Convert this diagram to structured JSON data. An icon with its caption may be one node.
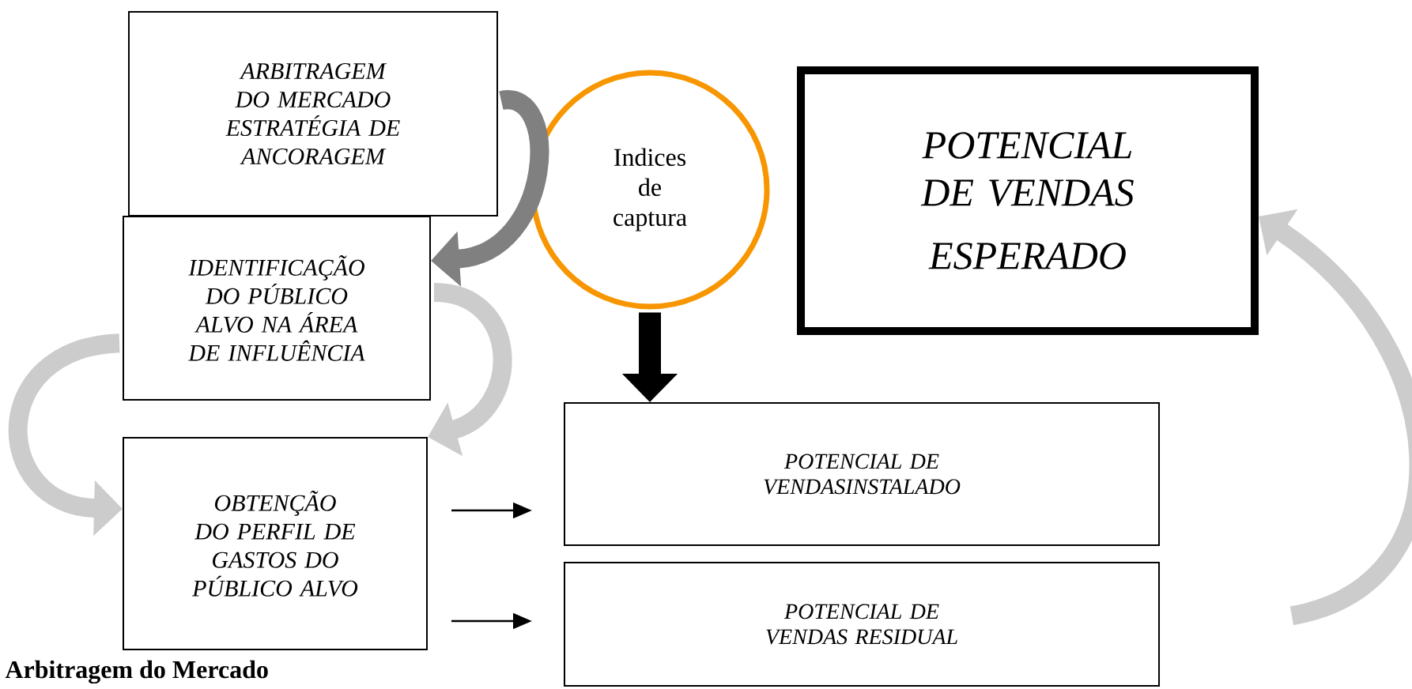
{
  "diagram": {
    "nodes": [
      {
        "text": [
          "ARBITRAGEM DO MERCADO ESTRATÉGIA DE ANCORAGEM"
        ]
      },
      {
        "text": [
          "IDENTIFICAÇÃO DO PÚBLICO ALVO NA ÁREA DE INFLUÊNCIA"
        ]
      },
      {
        "text": [
          "OBTENÇÃO DO PERFIL DE GASTOS DO PÚBLICO ALVO"
        ]
      },
      {
        "text": [
          "Indices de captura"
        ]
      },
      {
        "text": [
          "POTENCIAL DE VENDAS",
          "ESPERADO"
        ]
      },
      {
        "text": [
          "POTENCIAL DE VENDASINSTALADO"
        ]
      },
      {
        "text": [
          "POTENCIAL DE VENDAS RESIDUAL"
        ]
      }
    ],
    "edges": [
      {
        "from": 0,
        "to": 1,
        "arrow": "to",
        "color": "#808080"
      },
      {
        "from": 1,
        "to": 2,
        "arrow": "to",
        "color": "#cccccc"
      },
      {
        "from": 1,
        "to": 2,
        "arrow": "to",
        "color": "#cccccc"
      },
      {
        "from": 3,
        "to": 5,
        "arrow": "to",
        "color": "#000000"
      },
      {
        "from": 2,
        "to": 5,
        "arrow": "to",
        "color": "#000000"
      },
      {
        "from": 2,
        "to": 6,
        "arrow": "to",
        "color": "#000000"
      },
      {
        "from": null,
        "to": 4,
        "arrow": "to",
        "color": "#cccccc"
      }
    ],
    "labels": [
      "Arbitragem do Mercado"
    ]
  }
}
